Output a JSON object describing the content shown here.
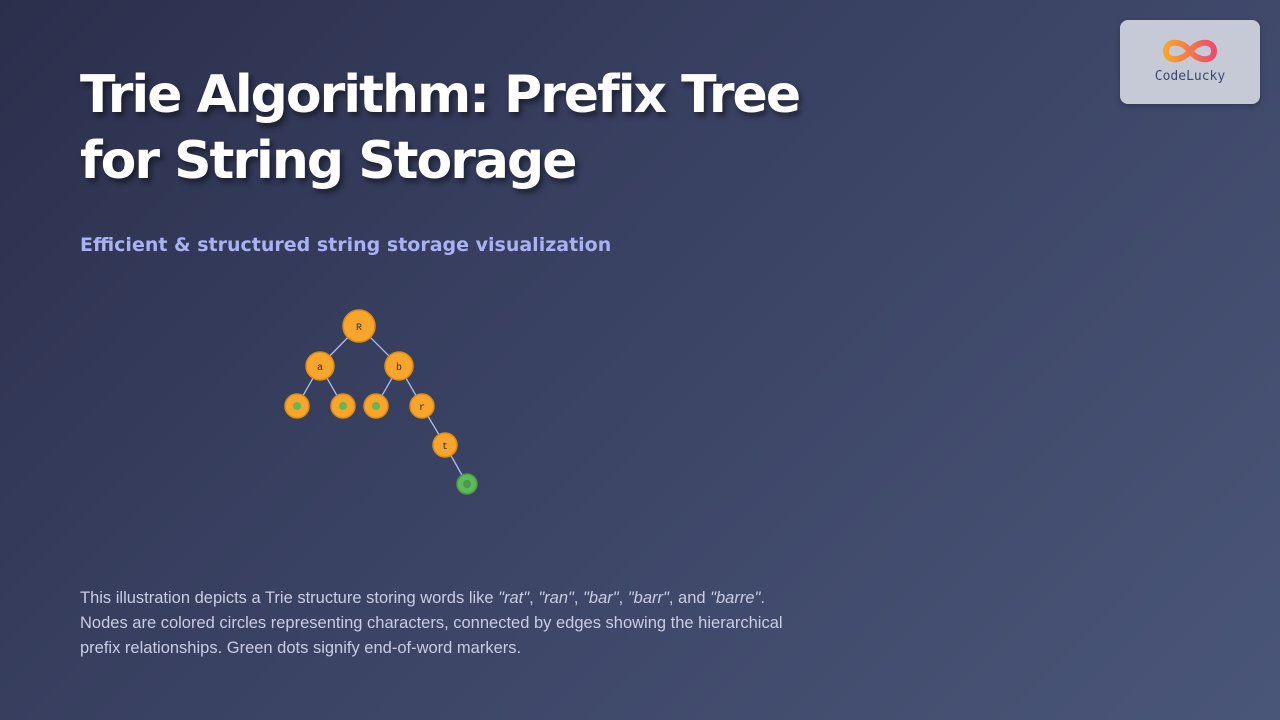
{
  "header": {
    "title": "Trie Algorithm: Prefix Tree for String Storage",
    "subtitle": "Efficient & structured string storage visualization"
  },
  "logo": {
    "text": "CodeLucky",
    "icon": "infinity-icon"
  },
  "colors": {
    "node": "#f7a52b",
    "node_stroke": "#e08a12",
    "end_marker": "#5fb85a",
    "edge": "#a9bdf0"
  },
  "trie": {
    "nodes": [
      {
        "id": "root",
        "label": "R"
      },
      {
        "id": "a",
        "label": "a"
      },
      {
        "id": "b",
        "label": "b"
      },
      {
        "id": "a_end1",
        "label": ""
      },
      {
        "id": "a_end2",
        "label": ""
      },
      {
        "id": "b_end",
        "label": ""
      },
      {
        "id": "r",
        "label": "r"
      },
      {
        "id": "t",
        "label": "t"
      },
      {
        "id": "t_end",
        "label": ""
      }
    ]
  },
  "description": {
    "line1_prefix": "This illustration depicts a Trie structure storing words like ",
    "words": [
      "\"rat\"",
      "\"ran\"",
      "\"bar\"",
      "\"barr\"",
      "\"barre\""
    ],
    "sep1": ", ",
    "sep2": ", ",
    "sep3": ", ",
    "sep4": ", and ",
    "line1_suffix": ".",
    "rest": "Nodes are colored circles representing characters, connected by edges showing the hierarchical prefix relationships. Green dots signify end-of-word markers."
  }
}
